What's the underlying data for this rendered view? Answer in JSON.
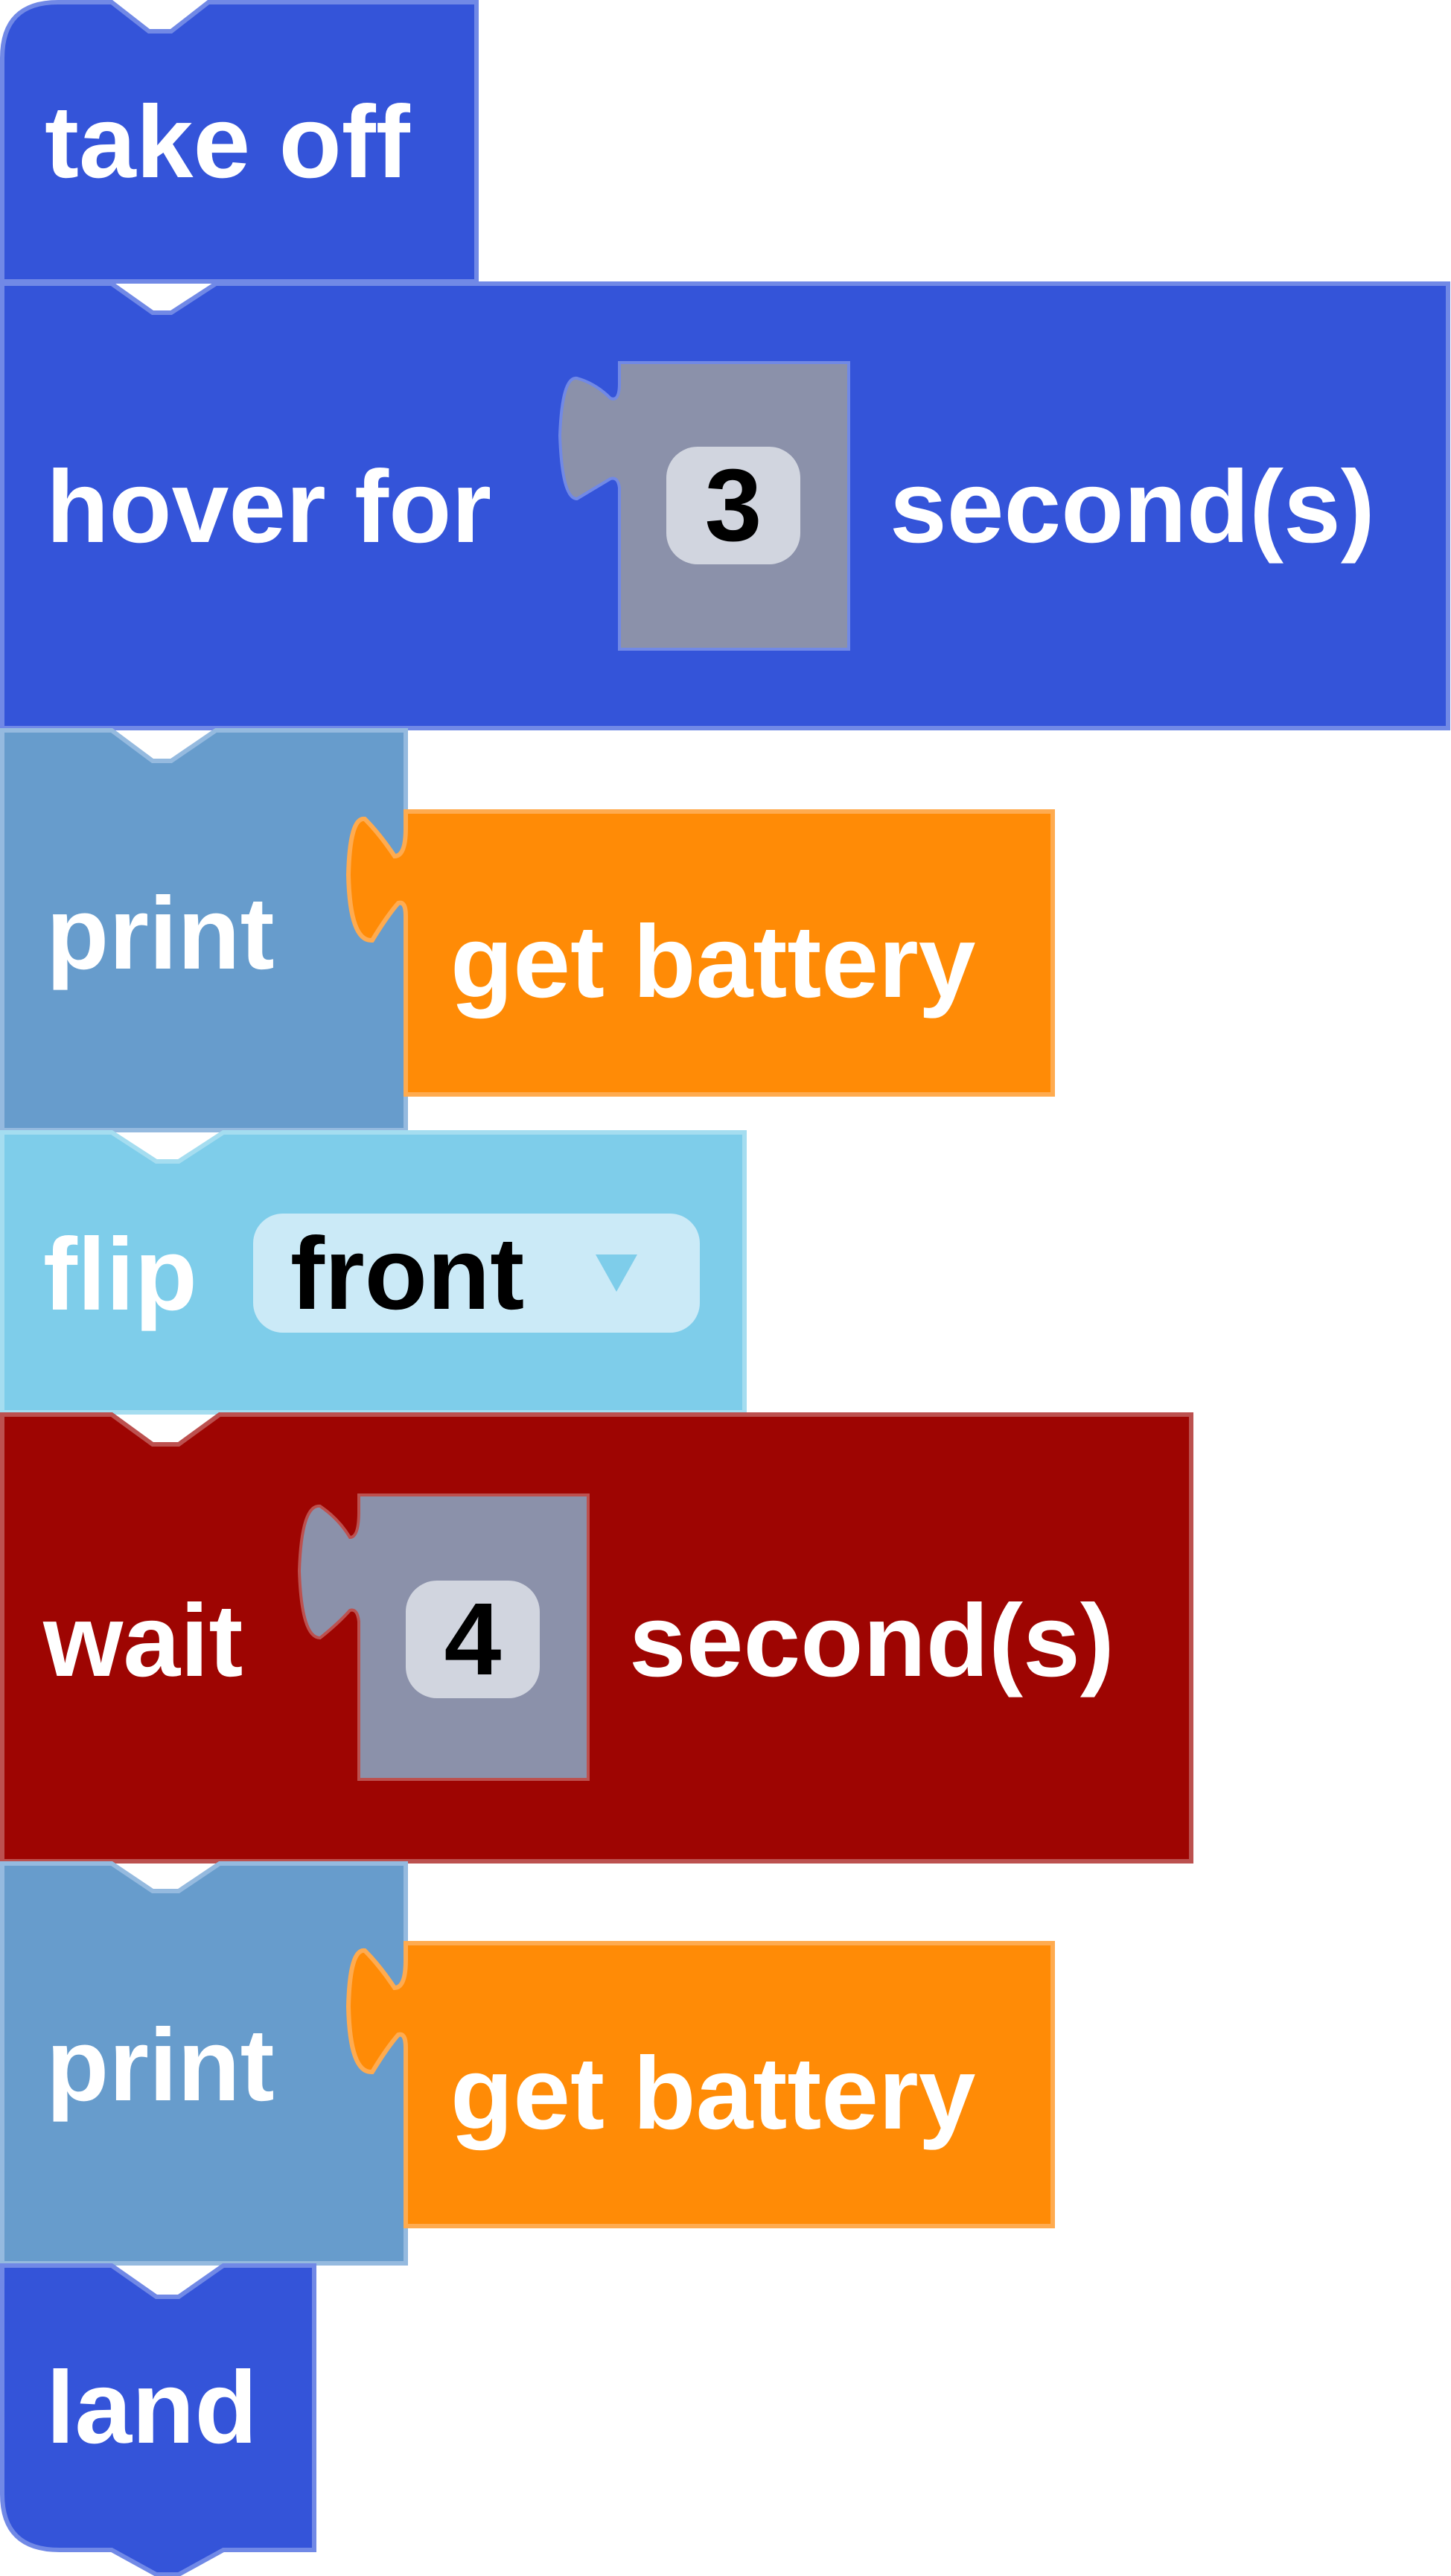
{
  "colors": {
    "drone_blue": "#3454d9",
    "drone_blue_border": "#7189e6",
    "print_blue": "#679ccc",
    "print_blue_border": "#95badf",
    "sensor_orange": "#ff8b06",
    "sensor_orange_border": "#ffab4f",
    "flip_cyan": "#7ecdea",
    "flip_cyan_border": "#a5ddf0",
    "wait_red": "#9e0502",
    "wait_red_border": "#bc514f",
    "number_gray": "#8b91aa",
    "number_pill": "#d1d5df",
    "dropdown_pill": "#cbeaf7"
  },
  "blocks": [
    {
      "id": "take-off",
      "label": "take off"
    },
    {
      "id": "hover",
      "label": "hover for",
      "value": "3",
      "suffix": "second(s)"
    },
    {
      "id": "print-1",
      "label": "print",
      "input_label": "get battery"
    },
    {
      "id": "flip",
      "label": "flip",
      "dropdown_value": "front",
      "dropdown_icon": "triangle-down"
    },
    {
      "id": "wait",
      "label": "wait",
      "value": "4",
      "suffix": "second(s)"
    },
    {
      "id": "print-2",
      "label": "print",
      "input_label": "get battery"
    },
    {
      "id": "land",
      "label": "land"
    }
  ]
}
